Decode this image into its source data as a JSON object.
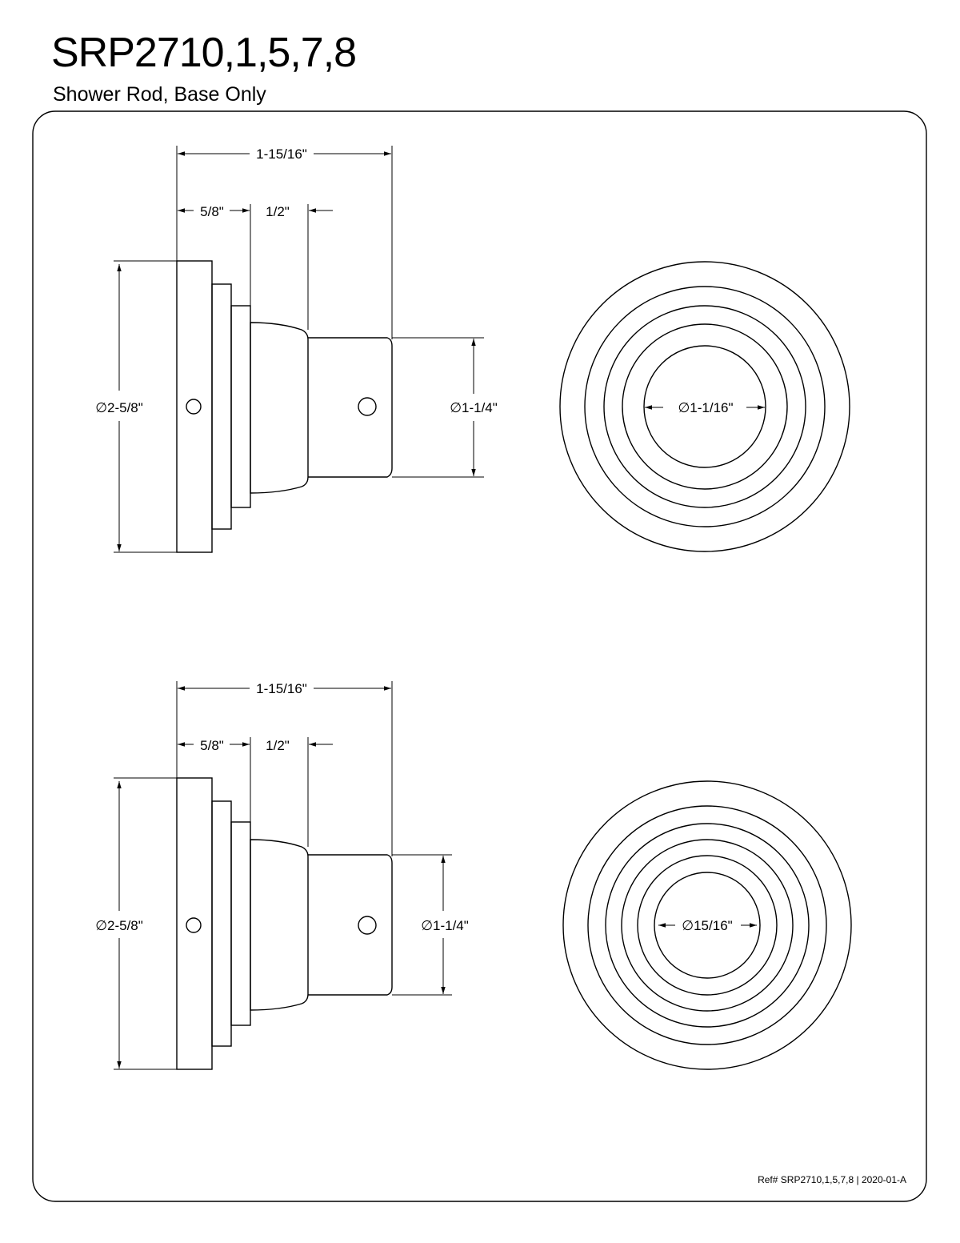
{
  "header": {
    "model": "SRP2710,1,5,7,8",
    "description": "Shower Rod, Base Only"
  },
  "views": [
    {
      "overall_length": "1-15/16\"",
      "flange_depth": "5/8\"",
      "neck_depth": "1/2\"",
      "flange_diameter": "∅2-5/8\"",
      "rod_diameter": "∅1-1/4\"",
      "inner_diameter": "∅1-1/16\""
    },
    {
      "overall_length": "1-15/16\"",
      "flange_depth": "5/8\"",
      "neck_depth": "1/2\"",
      "flange_diameter": "∅2-5/8\"",
      "rod_diameter": "∅1-1/4\"",
      "inner_diameter": "∅15/16\""
    }
  ],
  "footer": {
    "reference": "Ref# SRP2710,1,5,7,8 | 2020-01-A"
  }
}
